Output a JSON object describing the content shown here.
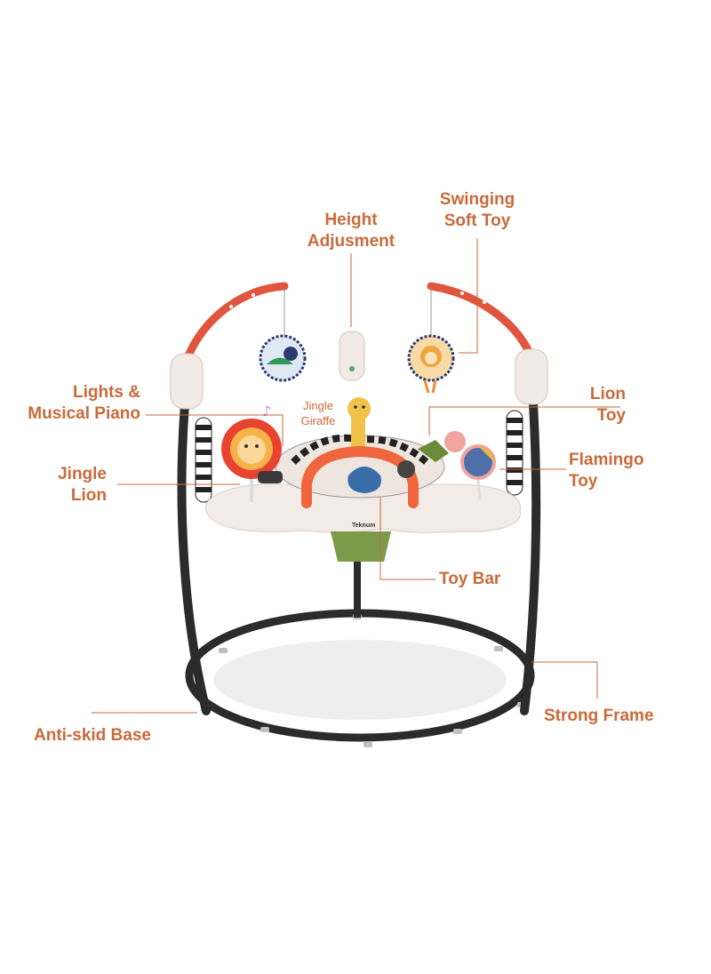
{
  "labels": {
    "height_adjustment": [
      "Height",
      "Adjusment"
    ],
    "swinging_soft_toy": [
      "Swinging",
      "Soft Toy"
    ],
    "lights_musical_piano": [
      "Lights &",
      "Musical Piano"
    ],
    "jingle_giraffe": [
      "Jingle",
      "Giraffe"
    ],
    "lion_toy": [
      "Lion",
      "Toy"
    ],
    "jingle_lion": [
      "Jingle",
      "Lion"
    ],
    "flamingo_toy": [
      "Flamingo",
      "Toy"
    ],
    "toy_bar": "Toy Bar",
    "strong_frame": "Strong Frame",
    "anti_skid_base": "Anti-skid Base"
  },
  "brand": "Teknum",
  "colors": {
    "label": "#c96a3a",
    "leader_line": "#c96a3a",
    "frame": "#2b2b2b",
    "arch": "#e0553d",
    "tray": "#f3ece6"
  }
}
